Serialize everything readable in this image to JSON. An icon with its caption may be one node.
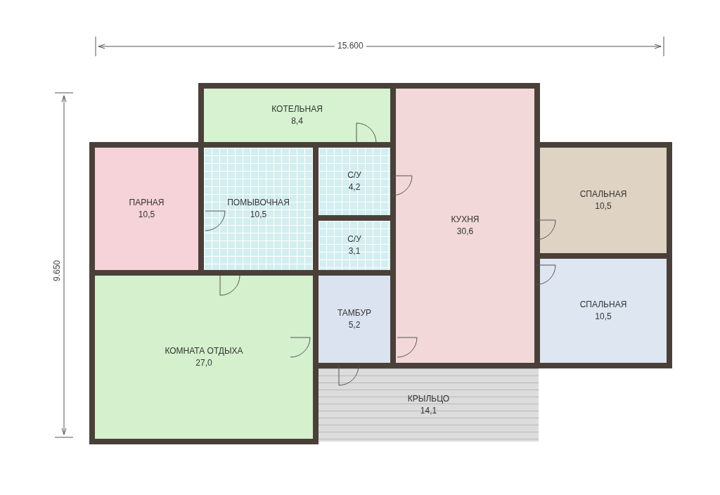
{
  "diagram": {
    "nodes": [
      {
        "text": [
          "КОТЕЛЬНАЯ",
          "8,4"
        ]
      },
      {
        "text": [
          "ПАРНАЯ",
          "10,5"
        ]
      },
      {
        "text": [
          "ПОМЫВОЧНАЯ",
          "10,5"
        ]
      },
      {
        "text": [
          "С/У",
          "4,2"
        ]
      },
      {
        "text": [
          "С/У",
          "3,1"
        ]
      },
      {
        "text": [
          "КУХНЯ",
          "30,6"
        ]
      },
      {
        "text": [
          "СПАЛЬНАЯ",
          "10,5"
        ]
      },
      {
        "text": [
          "СПАЛЬНАЯ",
          "10,5"
        ]
      },
      {
        "text": [
          "ТАМБУР",
          "5,2"
        ]
      },
      {
        "text": [
          "КОМНАТА ОТДЫХА",
          "27,0"
        ]
      },
      {
        "text": [
          "КРЫЛЬЦО",
          "14,1"
        ]
      }
    ],
    "edges": [],
    "labels": [
      "15.600",
      "9.650"
    ]
  }
}
